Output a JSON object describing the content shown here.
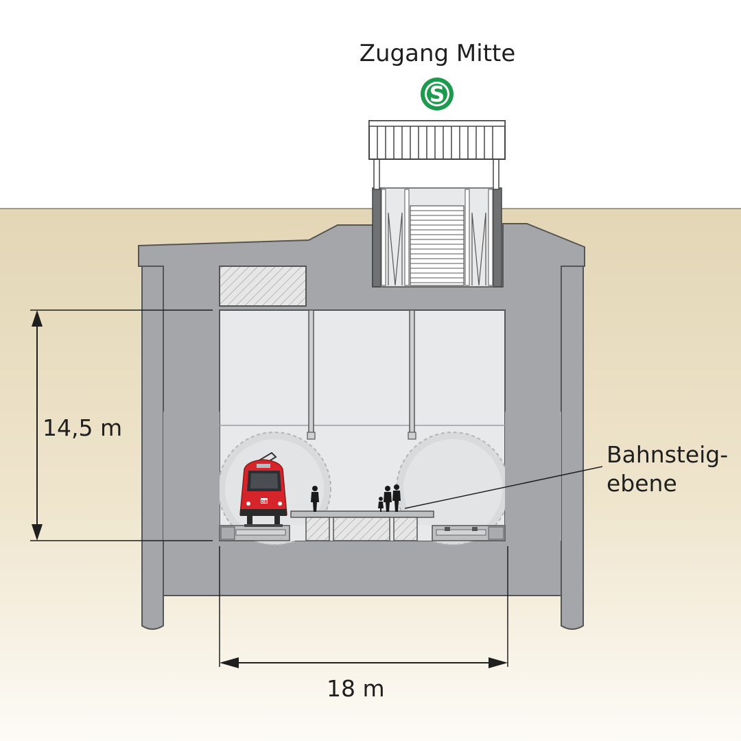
{
  "title": "Zugang Mitte",
  "sbahn_logo": {
    "letter": "S",
    "color": "#1d9a4d"
  },
  "dimensions": {
    "height": "14,5 m",
    "width": "18 m"
  },
  "callout": {
    "line1": "Bahnsteig-",
    "line2": "ebene"
  },
  "train": {
    "brand": "DB",
    "color": "#d6242b"
  },
  "colors": {
    "ground": "#e3d6b6",
    "concrete": "#a4a6a9",
    "concrete_dark": "#6f7173",
    "interior": "#e8e9ea"
  }
}
